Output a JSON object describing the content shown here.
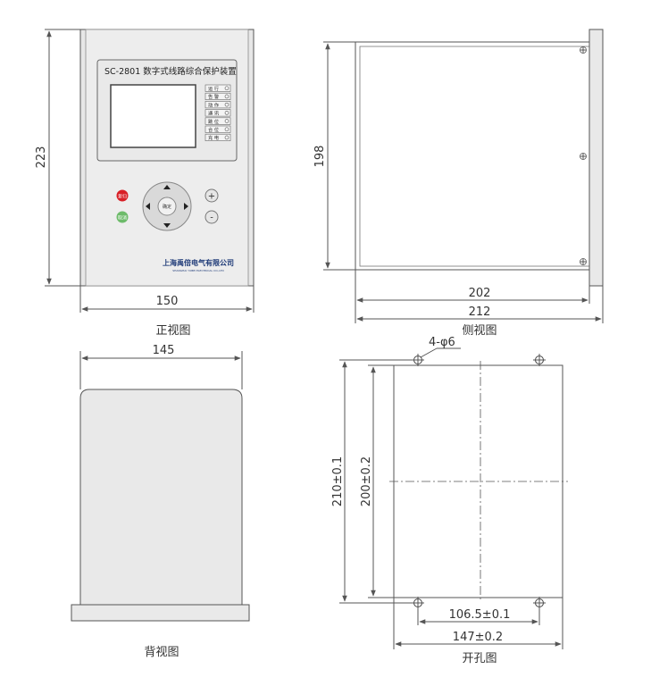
{
  "views": {
    "front": {
      "caption": "正视图",
      "device_title": "SC-2801 数字式线路综合保护装置",
      "indicators": [
        "运 行",
        "告 警",
        "动 作",
        "通 讯",
        "跳 位",
        "合 位",
        "充 电"
      ],
      "buttons": {
        "left_top": "复归",
        "left_bottom": "取消",
        "center": "确定",
        "plus": "+",
        "minus": "-"
      },
      "brand": "上海禹倍电气有限公司",
      "brand_en": "SHANGHAI YUBEI ELECTRICAL CO.,LTD",
      "dim_height": "223",
      "dim_width": "150"
    },
    "side": {
      "caption": "侧视图",
      "dim_height": "198",
      "dim_depth_inner": "202",
      "dim_depth_outer": "212"
    },
    "back": {
      "caption": "背视图",
      "dim_width": "145"
    },
    "cutout": {
      "caption": "开孔图",
      "dim_hole": "4-φ6",
      "dim_height_outer": "210±0.1",
      "dim_height_inner": "200±0.2",
      "dim_width_holes": "106.5±0.1",
      "dim_width_outer": "147±0.2"
    }
  },
  "colors": {
    "panel_fill": "#ebebeb",
    "panel_stroke": "#555555",
    "button_red": "#d81f26",
    "button_green": "#6dbb6a",
    "brand_text": "#1f3b78"
  }
}
